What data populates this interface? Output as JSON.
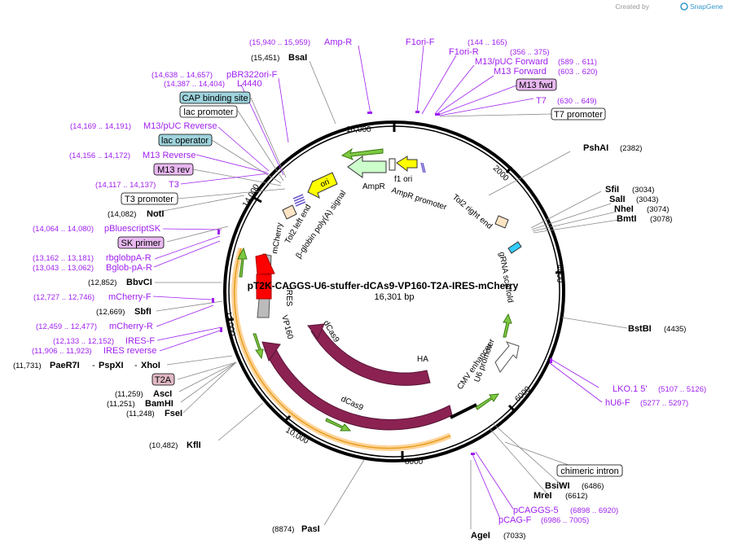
{
  "credit": {
    "prefix": "Created by",
    "brand": "SnapGene"
  },
  "map": {
    "name": "pT2K-CAGGS-U6-stuffer-dCAs9-VP160-T2A-IRES-mCherry",
    "length": "16,301 bp"
  },
  "ticks": [
    "2000",
    "4000",
    "6000",
    "8000",
    "10,000",
    "12,000",
    "14,000",
    "16,000"
  ],
  "features": {
    "ampr": "AmpR",
    "ampr_promoter": "AmpR promoter",
    "f1ori": "f1 ori",
    "ori": "ori",
    "tol2_right": "Tol2 right end",
    "tol2_left": "Tol2 left end",
    "bglobin": "β-globin poly(A) signal",
    "grna": "gRNA scaffold",
    "u6": "U6 promoter",
    "cmv": "CMV enhancer",
    "ha": "HA",
    "dcas9": "dCas9",
    "dcas9_2": "dCas9",
    "vp160": "VP160",
    "ires": "IRES",
    "mcherry": "mCherry"
  },
  "labels": {
    "amp_r": {
      "pos": "(15,940 .. 15,959)",
      "name": "Amp-R"
    },
    "bsai": {
      "pos": "(15,451)",
      "name": "BsaI"
    },
    "f1ori_f": {
      "name": "F1ori-F",
      "pos": "(144 .. 165)"
    },
    "f1ori_r": {
      "name": "F1ori-R",
      "pos": "(356 .. 375)"
    },
    "m13puc_fwd": {
      "name": "M13/pUC Forward",
      "pos": "(589 .. 611)"
    },
    "m13_forward": {
      "name": "M13 Forward",
      "pos": "(603 .. 620)"
    },
    "m13_fwd_box": "M13 fwd",
    "t7": {
      "name": "T7",
      "pos": "(630 .. 649)"
    },
    "t7_promoter": "T7 promoter",
    "pbr322": {
      "pos": "(14,638 .. 14,657)",
      "name": "pBR322ori-F"
    },
    "l4440": {
      "pos": "(14,387 .. 14,404)",
      "name": "L4440"
    },
    "cap": "CAP binding site",
    "lac_promoter": "lac promoter",
    "m13puc_rev": {
      "pos": "(14,169 .. 14,191)",
      "name": "M13/pUC Reverse"
    },
    "lac_operator": "lac operator",
    "m13_reverse": {
      "pos": "(14,156 .. 14,172)",
      "name": "M13 Reverse"
    },
    "m13_rev_box": "M13 rev",
    "t3": {
      "pos": "(14,117 .. 14,137)",
      "name": "T3"
    },
    "t3_promoter": "T3 promoter",
    "noti": {
      "pos": "(14,082)",
      "name": "NotI"
    },
    "pbluescript": {
      "pos": "(14,064 .. 14,080)",
      "name": "pBluescriptSK"
    },
    "sk_primer": "SK primer",
    "rbglob": {
      "pos": "(13,162 .. 13,181)",
      "name": "rbglobpA-R"
    },
    "bglob": {
      "pos": "(13,043 .. 13,062)",
      "name": "Bglob-pA-R"
    },
    "bbvci": {
      "pos": "(12,852)",
      "name": "BbvCI"
    },
    "mcherry_f": {
      "pos": "(12,727 .. 12,746)",
      "name": "mCherry-F"
    },
    "sbfi": {
      "pos": "(12,669)",
      "name": "SbfI"
    },
    "mcherry_r": {
      "pos": "(12,459 .. 12,477)",
      "name": "mCherry-R"
    },
    "ires_f": {
      "pos": "(12,133 .. 12,152)",
      "name": "IRES-F"
    },
    "ires_rev": {
      "pos": "(11,906 .. 11,923)",
      "name": "IRES reverse"
    },
    "paer7i": {
      "pos": "(11,731)",
      "name1": "PaeR7I",
      "sep1": "-",
      "name2": "PspXI",
      "sep2": "-",
      "name3": "XhoI"
    },
    "t2a": "T2A",
    "asci": {
      "pos": "(11,259)",
      "name": "AscI"
    },
    "bamhi": {
      "pos": "(11,251)",
      "name": "BamHI"
    },
    "fsei": {
      "pos": "(11,248)",
      "name": "FseI"
    },
    "kfli": {
      "pos": "(10,482)",
      "name": "KflI"
    },
    "pasi": {
      "pos": "(8874)",
      "name": "PasI"
    },
    "agei": {
      "name": "AgeI",
      "pos": "(7033)"
    },
    "pcag_f": {
      "name": "pCAG-F",
      "pos": "(6986 .. 7005)"
    },
    "pcaggs5": {
      "name": "pCAGGS-5",
      "pos": "(6898 .. 6920)"
    },
    "mrei": {
      "name": "MreI",
      "pos": "(6612)"
    },
    "bsiwi": {
      "name": "BsiWI",
      "pos": "(6486)"
    },
    "chimeric": "chimeric intron",
    "hu6f": {
      "name": "hU6-F",
      "pos": "(5277 .. 5297)"
    },
    "lko": {
      "name": "LKO.1 5'",
      "pos": "(5107 .. 5126)"
    },
    "bstbi": {
      "name": "BstBI",
      "pos": "(4435)"
    },
    "bmti": {
      "name": "BmtI",
      "pos": "(3078)"
    },
    "nhei": {
      "name": "NheI",
      "pos": "(3074)"
    },
    "sali": {
      "name": "SalI",
      "pos": "(3043)"
    },
    "sfii": {
      "name": "SfiI",
      "pos": "(3034)"
    },
    "pshai": {
      "name": "PshAI",
      "pos": "(2382)"
    }
  },
  "colors": {
    "primer": "#a020f0",
    "dcas9": "#8b2252",
    "ampr": "#ccffcc",
    "ori": "#ffff00",
    "mcherry": "#ff0000",
    "orange": "#ffb84d"
  }
}
